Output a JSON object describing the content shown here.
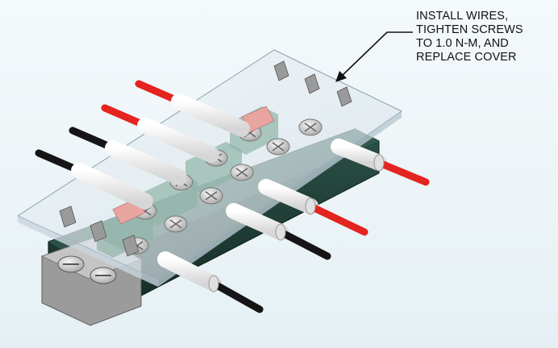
{
  "callout": {
    "lines": [
      "INSTALL WIRES,",
      "TIGHTEN SCREWS",
      "TO 1.0 N-M, AND",
      "REPLACE COVER"
    ]
  },
  "colors": {
    "wire_red": "#e3241f",
    "wire_black": "#151515",
    "base": "#1e3d35",
    "insulator": "#f4f4f4",
    "cover": "#dfe8ee",
    "screw": "#d8d8d8",
    "leader": "#111111"
  },
  "wires": [
    {
      "name": "wire-red-1",
      "color": "red"
    },
    {
      "name": "wire-red-2",
      "color": "red"
    },
    {
      "name": "wire-black-1",
      "color": "black"
    },
    {
      "name": "wire-black-2",
      "color": "black"
    }
  ]
}
